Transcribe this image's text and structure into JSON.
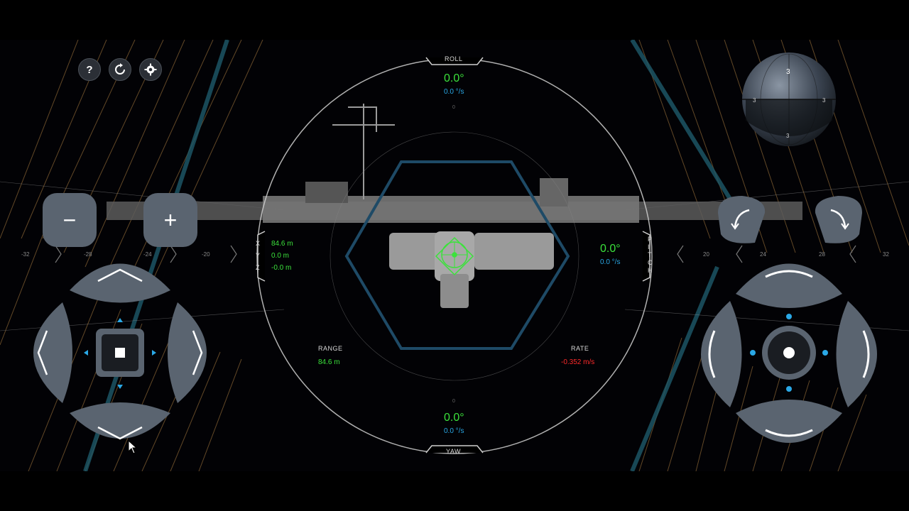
{
  "toolbar": {
    "help_label": "?",
    "icons": [
      "help-icon",
      "reset-icon",
      "settings-icon"
    ]
  },
  "hud": {
    "roll": {
      "label": "ROLL",
      "angle": "0.0°",
      "rate": "0.0 °/s"
    },
    "yaw": {
      "label": "YAW",
      "angle": "0.0°",
      "rate": "0.0 °/s"
    },
    "pitch": {
      "label": "PITCH",
      "angle": "0.0°",
      "rate": "0.0 °/s"
    },
    "position": {
      "x_label": "X",
      "x_value": "84.6 m",
      "y_label": "Y",
      "y_value": "0.0 m",
      "z_label": "Z",
      "z_value": "-0.0 m"
    },
    "range": {
      "label": "RANGE",
      "value": "84.6 m"
    },
    "rate": {
      "label": "RATE",
      "value": "-0.352 m/s"
    },
    "center_tick": "0"
  },
  "translation_controls": {
    "minus_label": "−",
    "plus_label": "+"
  },
  "scale_ticks_left": [
    "-32",
    "-28",
    "-24",
    "-20"
  ],
  "scale_ticks_right": [
    "20",
    "24",
    "28",
    "32"
  ],
  "attitude_ball": {
    "labels": [
      "3",
      "3",
      "3",
      "3"
    ]
  },
  "colors": {
    "accent_green": "#3be23b",
    "accent_blue": "#2aa8e6",
    "alert_red": "#ff2a2a",
    "control_gray": "#5a6470"
  }
}
